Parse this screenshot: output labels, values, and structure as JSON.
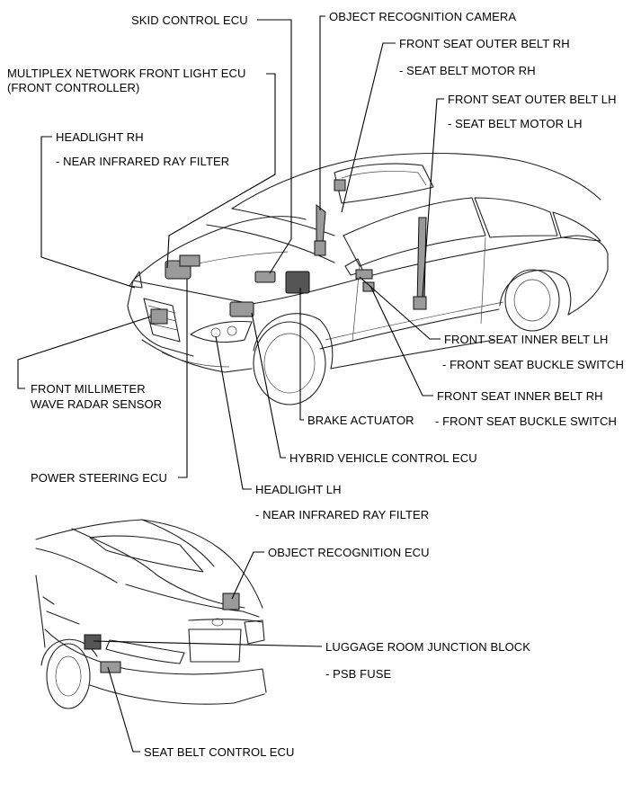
{
  "labels": {
    "skid_control_ecu": "SKID CONTROL ECU",
    "object_recognition_camera": "OBJECT RECOGNITION CAMERA",
    "front_seat_outer_belt_rh": "FRONT SEAT OUTER BELT RH",
    "seat_belt_motor_rh": "- SEAT BELT MOTOR RH",
    "multiplex_ecu_line1": "MULTIPLEX NETWORK FRONT LIGHT ECU",
    "multiplex_ecu_line2": "(FRONT CONTROLLER)",
    "front_seat_outer_belt_lh": "FRONT SEAT OUTER BELT LH",
    "seat_belt_motor_lh": "- SEAT BELT MOTOR LH",
    "headlight_rh": "HEADLIGHT RH",
    "near_ir_filter_rh": "- NEAR INFRARED RAY FILTER",
    "front_seat_inner_belt_lh": "FRONT SEAT INNER BELT LH",
    "buckle_switch_lh": "- FRONT SEAT BUCKLE SWITCH",
    "front_mm_wave_line1": "FRONT MILLIMETER",
    "front_mm_wave_line2": "WAVE RADAR SENSOR",
    "front_seat_inner_belt_rh": "FRONT SEAT INNER BELT RH",
    "buckle_switch_rh": "- FRONT SEAT BUCKLE SWITCH",
    "brake_actuator": "BRAKE ACTUATOR",
    "hybrid_vehicle_ecu": "HYBRID VEHICLE CONTROL ECU",
    "power_steering_ecu": "POWER STEERING ECU",
    "headlight_lh": "HEADLIGHT LH",
    "near_ir_filter_lh": "- NEAR INFRARED RAY FILTER",
    "object_recognition_ecu": "OBJECT RECOGNITION ECU",
    "luggage_room_jb": "LUGGAGE ROOM JUNCTION BLOCK",
    "psb_fuse": "- PSB FUSE",
    "seat_belt_control_ecu": "SEAT BELT CONTROL ECU"
  }
}
